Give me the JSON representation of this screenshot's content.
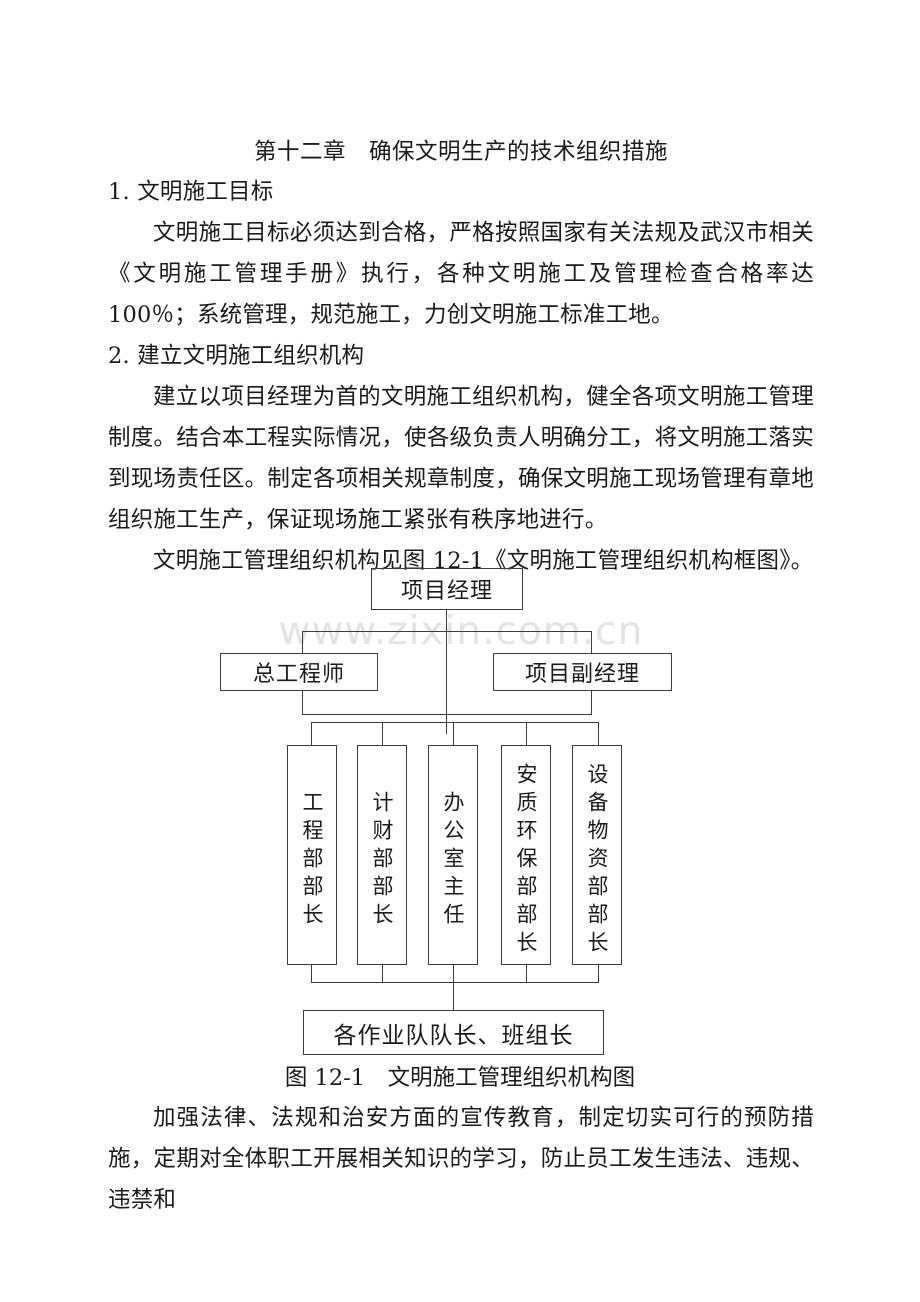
{
  "document": {
    "chapter_title": "第十二章　确保文明生产的技术组织措施",
    "sections": [
      {
        "heading": "1. 文明施工目标",
        "body": "文明施工目标必须达到合格，严格按照国家有关法规及武汉市相关《文明施工管理手册》执行，各种文明施工及管理检查合格率达 100％；系统管理，规范施工，力创文明施工标准工地。"
      },
      {
        "heading": "2. 建立文明施工组织机构",
        "body": "建立以项目经理为首的文明施工组织机构，健全各项文明施工管理制度。结合本工程实际情况，使各级负责人明确分工，将文明施工落实到现场责任区。制定各项相关规章制度，确保文明施工现场管理有章地组织施工生产，保证现场施工紧张有秩序地进行。",
        "body2": "文明施工管理组织机构见图 12-1《文明施工管理组织机构框图》。"
      }
    ],
    "tail_paragraph": "加强法律、法规和治安方面的宣传教育，制定切实可行的预防措施，定期对全体职工开展相关知识的学习，防止员工发生违法、违规、违禁和"
  },
  "figure": {
    "caption": "图 12-1　文明施工管理组织机构图",
    "watermark": "www.zixin.com.cn",
    "nodes": {
      "root": "项目经理",
      "level2_left": "总工程师",
      "level2_right": "项目副经理",
      "departments": [
        "工程部部长",
        "计财部部长",
        "办公室主任",
        "安质环保部部长",
        "设备物资部部长"
      ],
      "bottom": "各作业队队长、班组长"
    }
  }
}
